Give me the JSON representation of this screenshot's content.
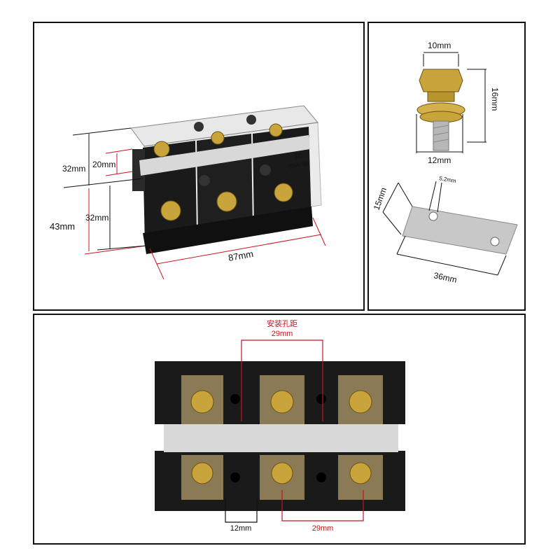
{
  "top_left": {
    "dims": {
      "top_height": "32mm",
      "inner_height": "20mm",
      "total_height": "43mm",
      "lower_height": "32mm",
      "length": "87mm"
    },
    "product_label": {
      "line1": "TC",
      "line2": "85A-3P"
    }
  },
  "top_right": {
    "screw": {
      "head_width": "10mm",
      "total_length": "16mm",
      "thread_length": "12mm"
    },
    "plate": {
      "hole": "5.2mm",
      "width": "15mm",
      "length": "36mm"
    }
  },
  "bottom": {
    "mount_title": "安装孔距",
    "mount_spacing": "29mm",
    "slot_width": "12mm",
    "pitch": "29mm"
  },
  "colors": {
    "border": "#111111",
    "dimension_red": "#c8141e",
    "housing": "#1a1a1a",
    "strip": "#d8d8d8",
    "brass": "#c9a43a"
  }
}
